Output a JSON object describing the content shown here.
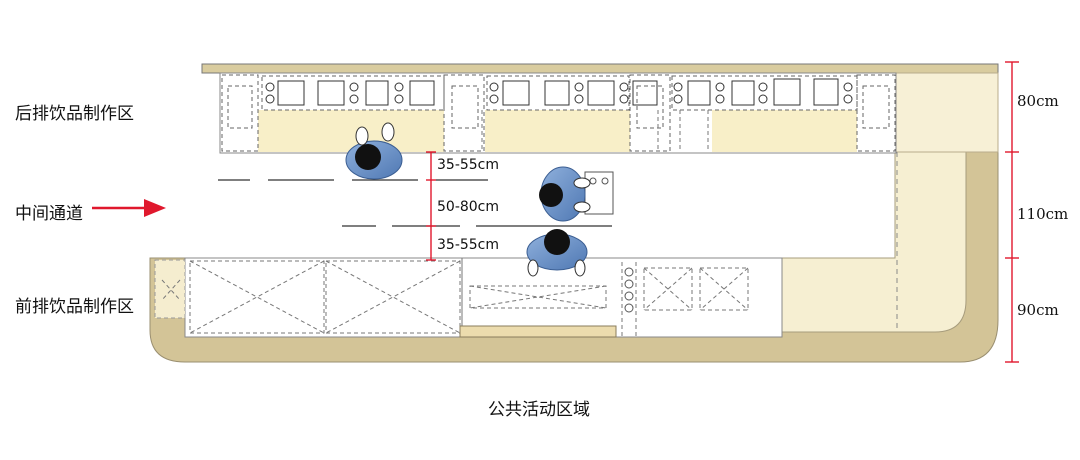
{
  "zones": {
    "back_row": "后排饮品制作区",
    "aisle": "中间通道",
    "front_row": "前排饮品制作区",
    "public_area": "公共活动区域"
  },
  "aisle_dimensions": {
    "top": "35-55cm",
    "middle": "50-80cm",
    "bottom": "35-55cm"
  },
  "side_dimensions": {
    "back": "80cm",
    "aisle": "110cm",
    "front": "90cm"
  },
  "colors": {
    "counter_edge": "#c9b98f",
    "counter_fill": "#f6edc6",
    "person_shirt": "#5e86c1",
    "dimension_line": "#e0182d",
    "arrow": "#e0182d"
  }
}
